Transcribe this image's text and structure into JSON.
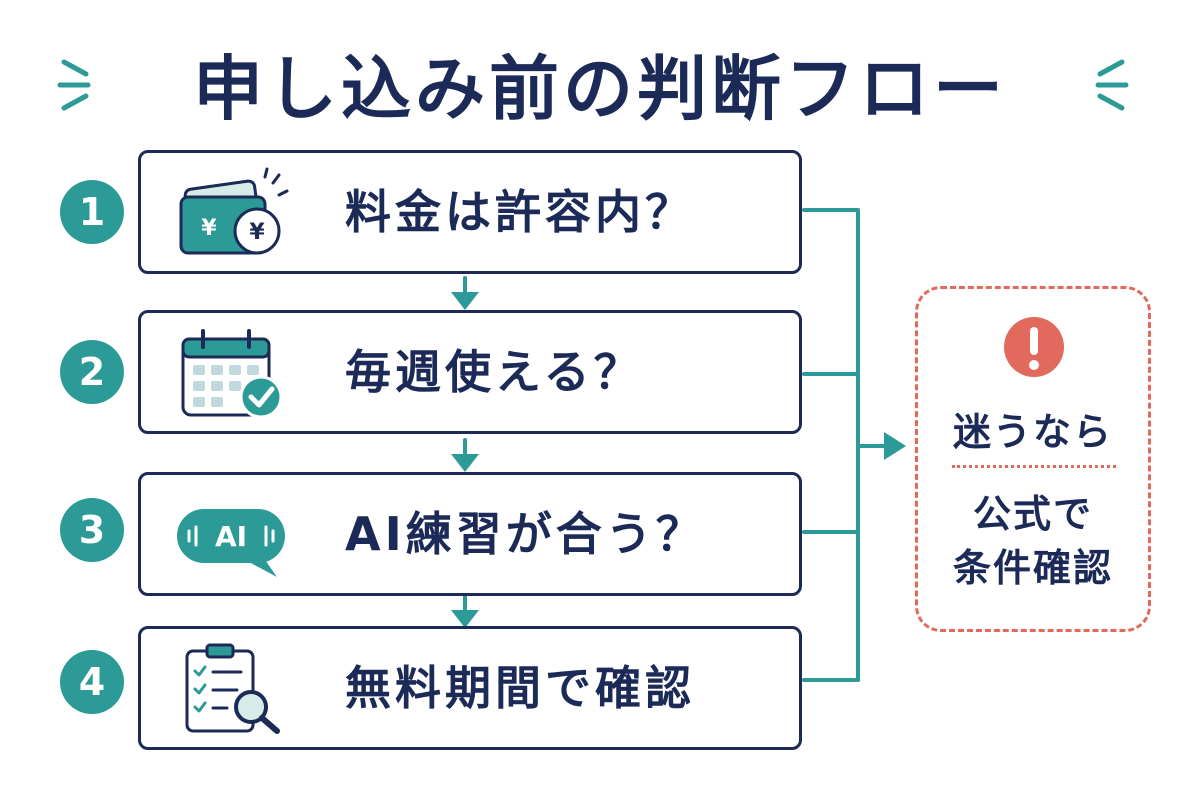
{
  "title": "申し込み前の判断フロー",
  "steps": [
    {
      "number": "1",
      "text": "料金は許容内？",
      "icon": "wallet-yen-icon"
    },
    {
      "number": "2",
      "text": "毎週使える？",
      "icon": "calendar-check-icon"
    },
    {
      "number": "3",
      "text": "AI練習が合う？",
      "icon": "ai-voice-bubble-icon"
    },
    {
      "number": "4",
      "text": "無料期間で確認",
      "icon": "checklist-magnifier-icon"
    }
  ],
  "icon_labels": {
    "yen_a": "¥",
    "yen_b": "¥",
    "ai": "AI"
  },
  "advice": {
    "line1": "迷うなら",
    "line2": "公式で",
    "line3": "条件確認",
    "icon": "exclamation-icon"
  },
  "colors": {
    "navy": "#1b2a57",
    "teal": "#2c9a96",
    "coral": "#e26a5c",
    "light_teal": "#d6ece9"
  }
}
